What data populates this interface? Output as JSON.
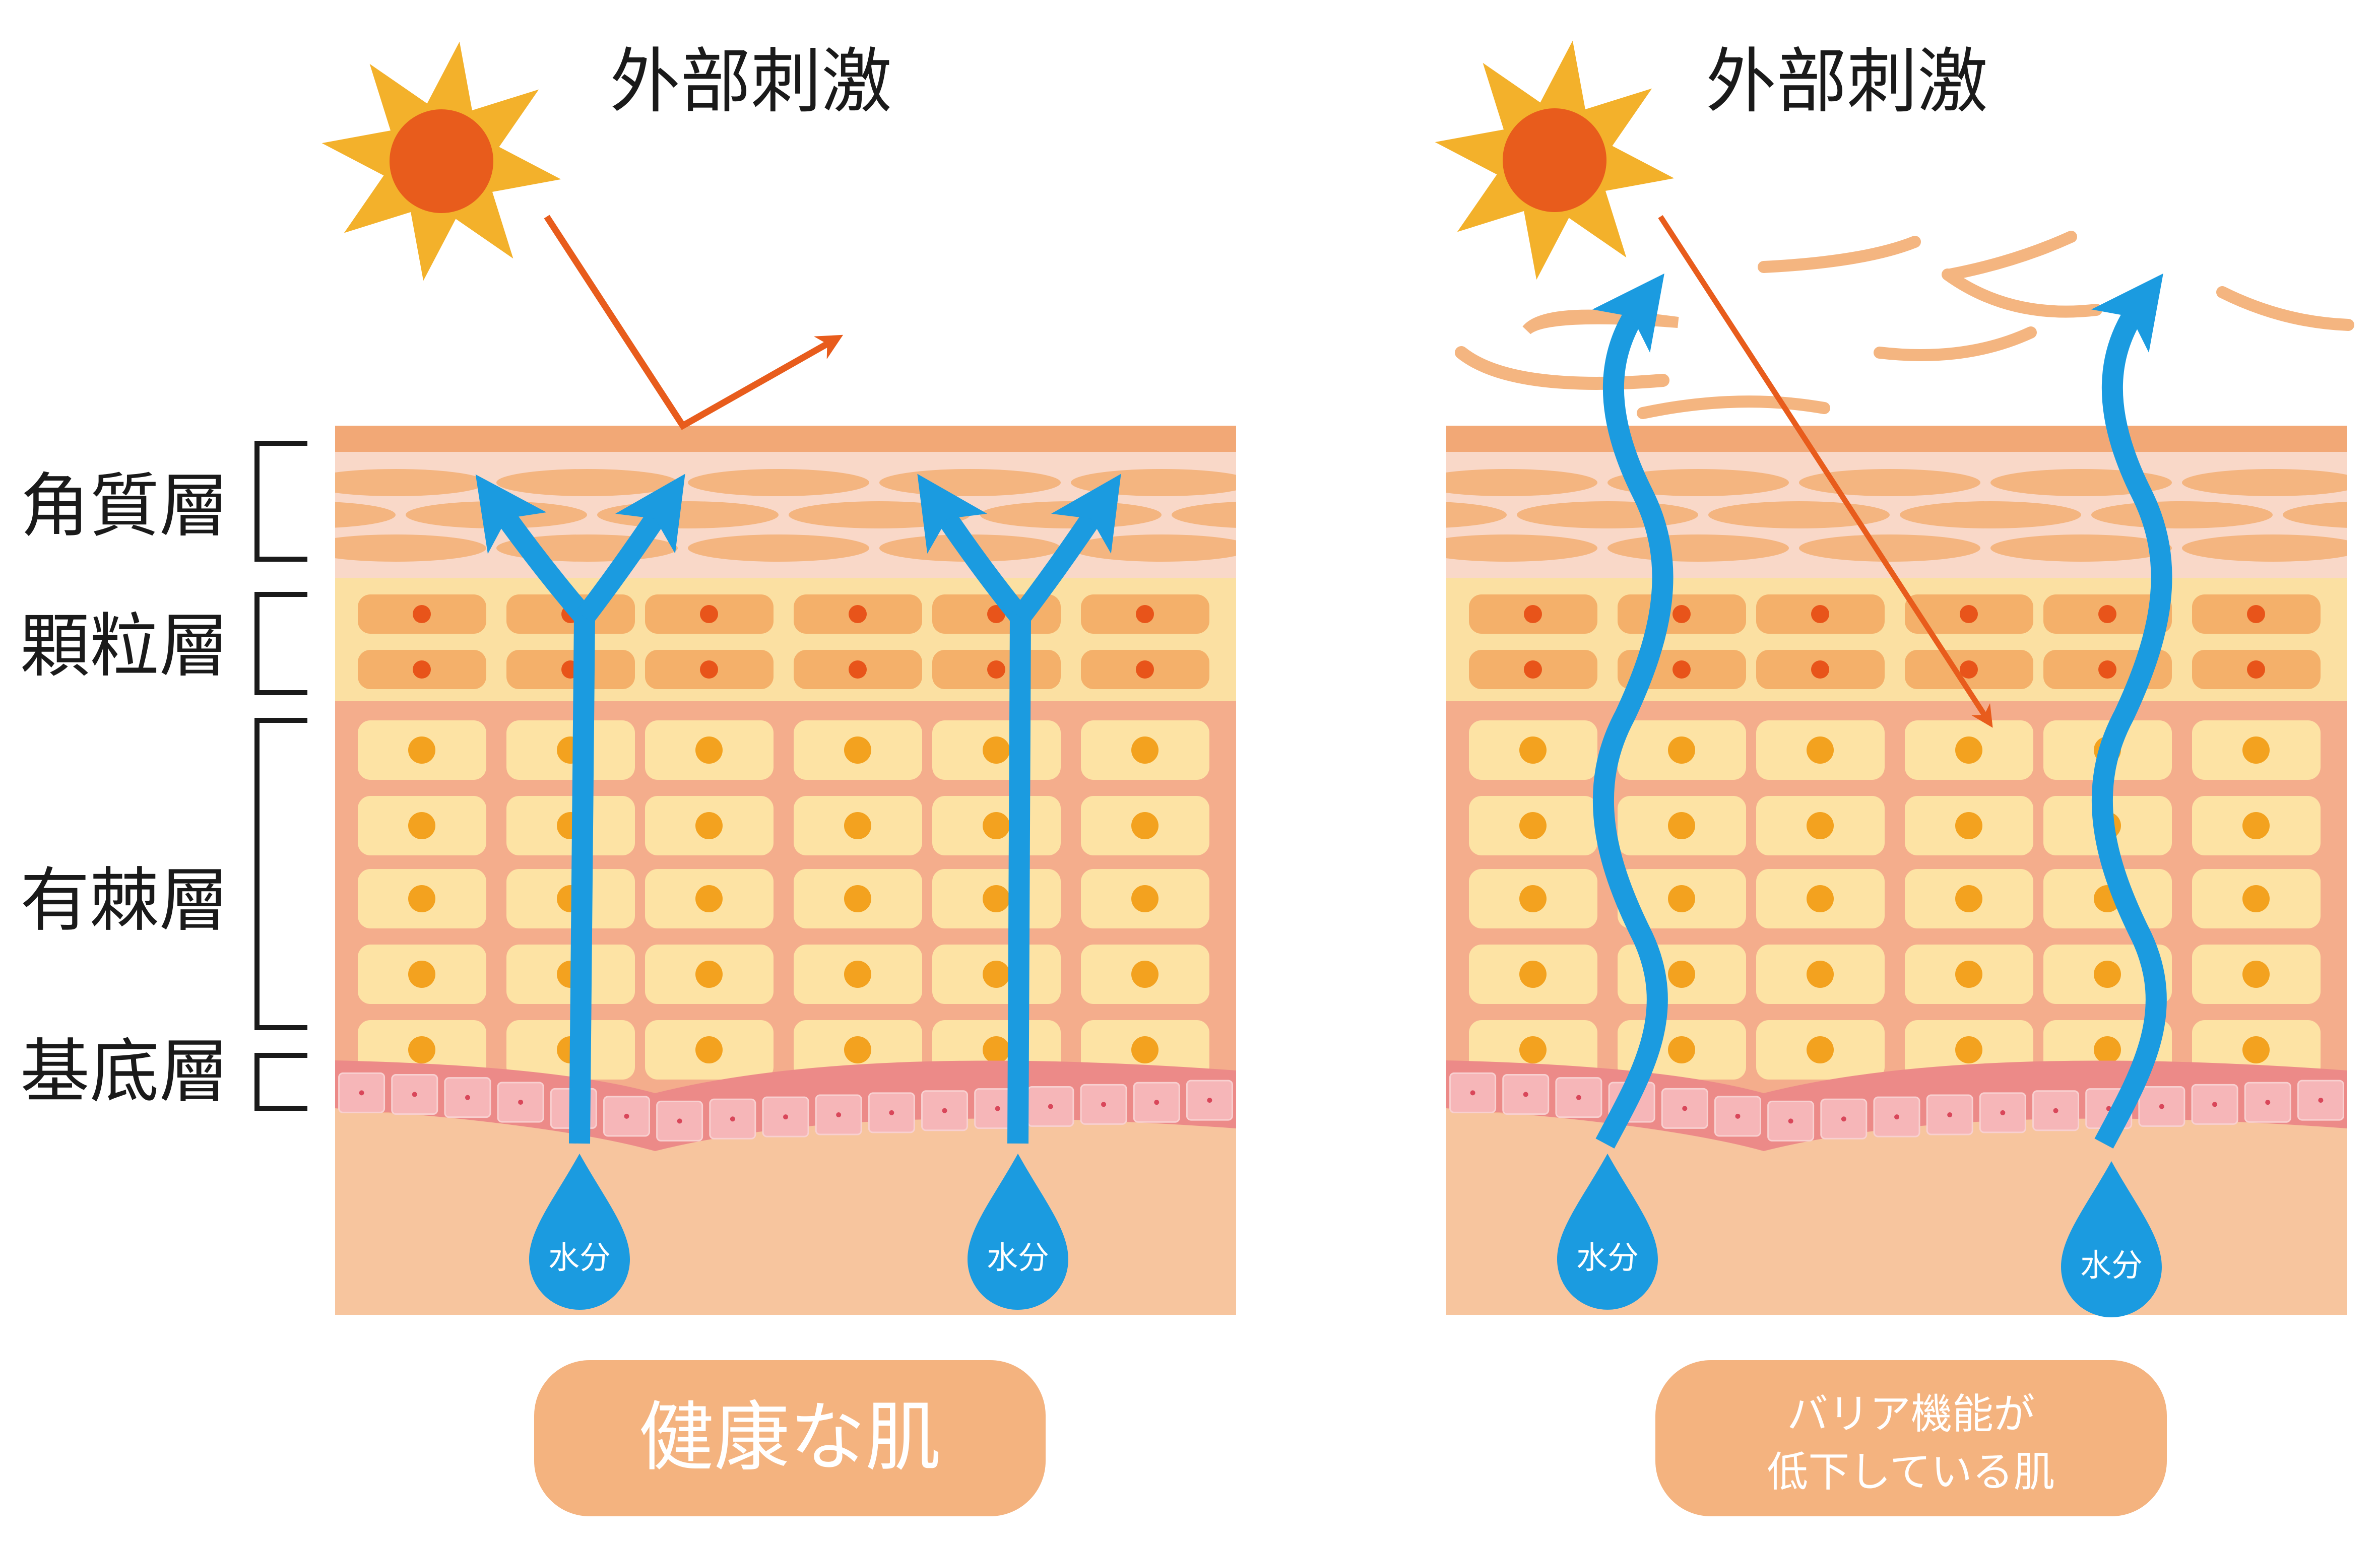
{
  "external_stimulus": "外部刺激",
  "layers": {
    "stratum_corneum": "角質層",
    "stratum_granulosum": "顆粒層",
    "stratum_spinosum": "有棘層",
    "stratum_basale": "基底層"
  },
  "water_label": "水分",
  "panels": [
    {
      "caption_lines": [
        "健康な肌"
      ]
    },
    {
      "caption_lines": [
        "バリア機能が",
        "低下している肌"
      ]
    }
  ],
  "colors": {
    "sun_rays": "#f3b12b",
    "sun_core": "#e85c1c",
    "stimulus_arrow": "#e85c1c",
    "water": "#1b9be0",
    "top_skin": "#f2a876",
    "corneum_bg": "#f9d8c8",
    "corneum_cell": "#f4b580",
    "granular_bg": "#fbe0a2",
    "granular_cell": "#f4b06a",
    "granular_dot": "#e8541a",
    "spinous_bg": "#f4ad8c",
    "spinous_cell": "#fde3a4",
    "spinous_dot": "#f3a21f",
    "basal_band": "#ec8a88",
    "basal_cell": "#f6b6b8",
    "dermis": "#f7c59e",
    "caption_bg": "#f4b37f",
    "bracket": "#1a1a1a"
  }
}
